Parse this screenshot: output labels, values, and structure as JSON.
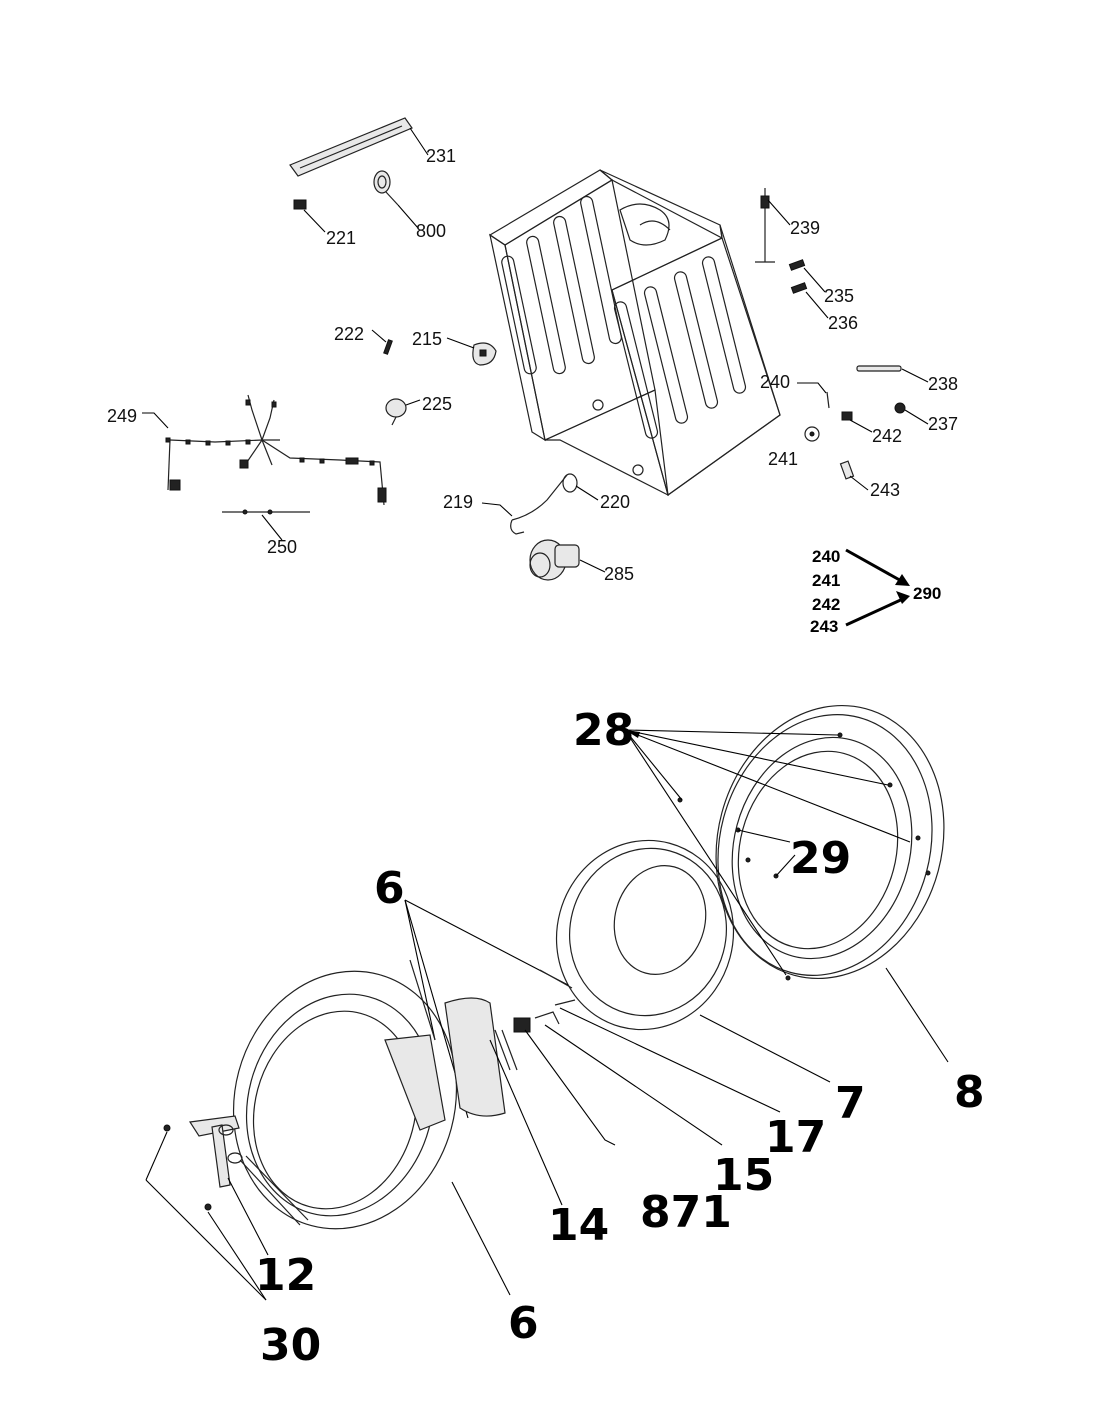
{
  "callouts_top": {
    "c231": "231",
    "c221": "221",
    "c800": "800",
    "c239": "239",
    "c235": "235",
    "c236": "236",
    "c222": "222",
    "c215": "215",
    "c240": "240",
    "c238": "238",
    "c249": "249",
    "c225": "225",
    "c242": "242",
    "c237": "237",
    "c241": "241",
    "c243": "243",
    "c219": "219",
    "c220": "220",
    "c250": "250",
    "c285": "285"
  },
  "kit": {
    "a": "240",
    "b": "241",
    "c": "242",
    "d": "243",
    "target": "290"
  },
  "callouts_bottom": {
    "c28": "28",
    "c29": "29",
    "c6a": "6",
    "c8": "8",
    "c7": "7",
    "c17": "17",
    "c15": "15",
    "c14": "14",
    "c871": "871",
    "c12": "12",
    "c6b": "6",
    "c30": "30"
  }
}
